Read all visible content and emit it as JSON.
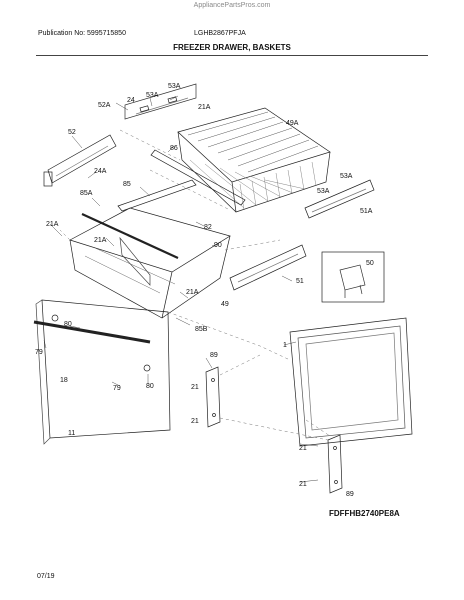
{
  "watermark": "AppliancePartsPros.com",
  "header": {
    "publication": "Publication No: 5995715850",
    "model": "LGHB2867PFJA"
  },
  "title": "FREEZER DRAWER, BASKETS",
  "callouts": {
    "c53A_top": "53A",
    "c24": "24",
    "c53A_a": "53A",
    "c52A": "52A",
    "c21A_top": "21A",
    "c49A": "49A",
    "c52": "52",
    "c86": "86",
    "c53A_r1": "53A",
    "c53A_r2": "53A",
    "c24A": "24A",
    "c85": "85",
    "c85A": "85A",
    "c51A": "51A",
    "c21A_left": "21A",
    "c82": "82",
    "c21A_mid": "21A",
    "c90": "90",
    "c50": "50",
    "c51": "51",
    "c21A_low": "21A",
    "c49": "49",
    "c85B": "85B",
    "c80_top": "80",
    "c79_left": "79",
    "c89_top": "89",
    "c1": "1",
    "c18": "18",
    "c79_mid": "79",
    "c80_mid": "80",
    "c21_a": "21",
    "c21_b": "21",
    "c11": "11",
    "c21_c": "21",
    "c21_d": "21",
    "c89_bottom": "89"
  },
  "model_code": "FDFFHB2740PE8A",
  "footer": {
    "date": "07/19"
  }
}
